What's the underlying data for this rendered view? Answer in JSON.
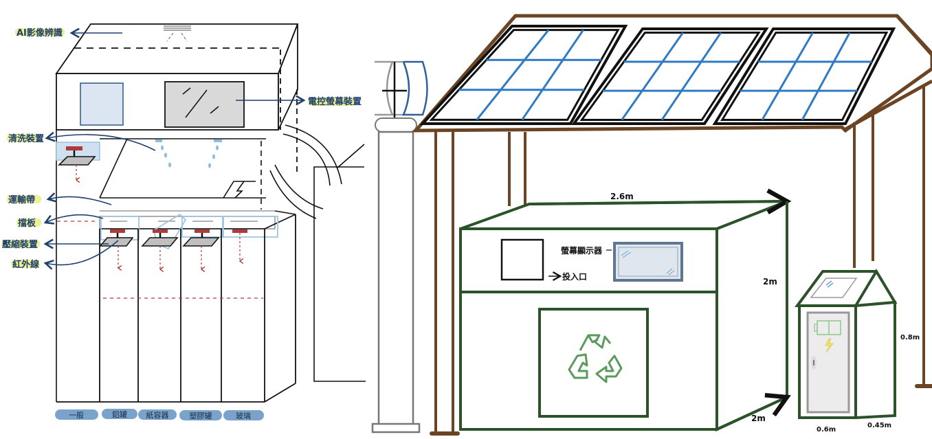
{
  "sorting_machine": {
    "labels": {
      "ai_recognition": "AI影像辨識",
      "touch_screen": "電控螢幕裝置",
      "cleaning_device": "清洗裝置",
      "conveyor_belt": "運輸帶",
      "baffle": "擋板",
      "compression_device": "壓縮裝置",
      "infrared": "紅外線"
    },
    "bins": [
      "一般",
      "鋁罐",
      "紙容器",
      "塑膠罐",
      "玻璃"
    ]
  },
  "station": {
    "screen_label": "螢幕顯示器",
    "slot_label": "投入口",
    "dimensions": {
      "width": "2.6m",
      "height": "2m",
      "depth": "2m"
    },
    "battery_box": {
      "height": "0.8m",
      "width": "0.6m",
      "depth": "0.45m"
    }
  },
  "colors": {
    "label_blue": "#1f3f6e",
    "highlight": "#eaf08a",
    "station_green": "#2b5229",
    "roof_brown": "#6b4423",
    "panel_blue": "#2f7ac4",
    "recycle_green": "#5a9a5c",
    "red_arrow": "#b03a3a",
    "light_blue": "#9fc6e3"
  }
}
